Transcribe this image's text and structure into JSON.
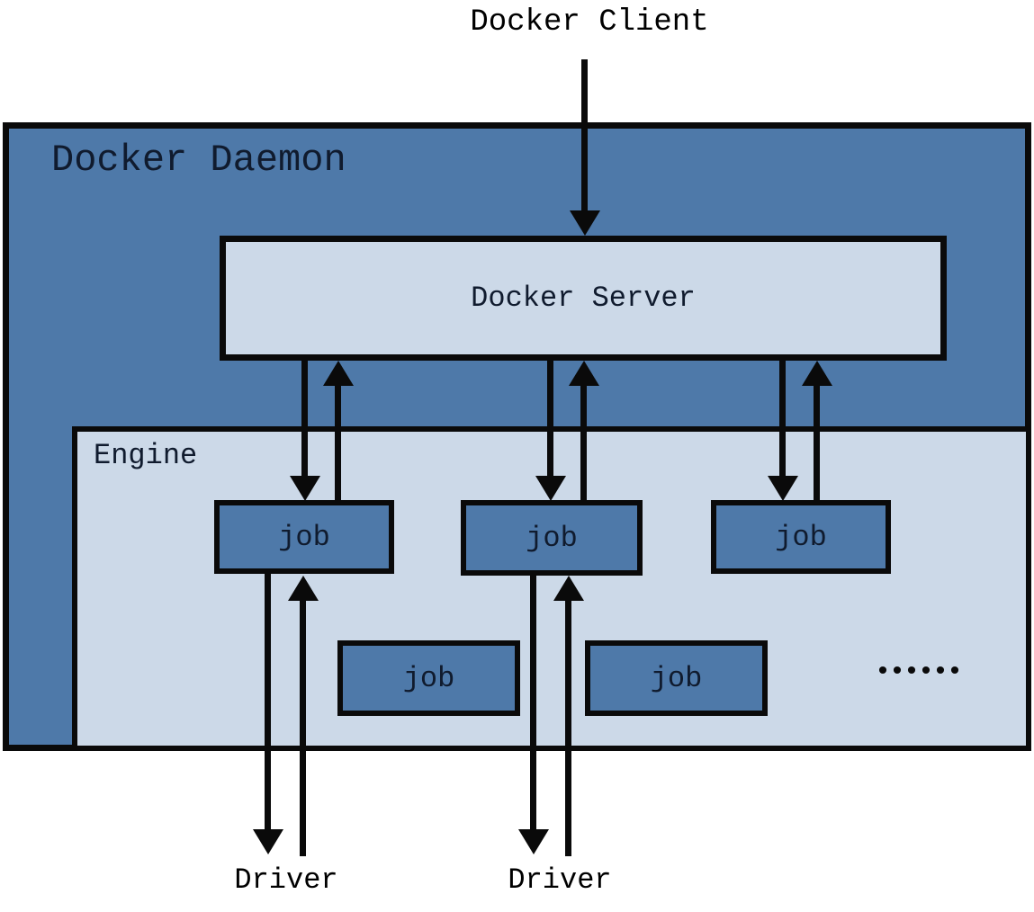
{
  "colors": {
    "daemon_fill": "#4e79a9",
    "panel_fill": "#ccd9e8",
    "line": "#0a0a0a",
    "box_text": "#101b2e",
    "outer_text": "#000000"
  },
  "diagram": {
    "client_label": "Docker Client",
    "daemon_label": "Docker Daemon",
    "server_label": "Docker Server",
    "engine_label": "Engine",
    "top_jobs": [
      "job",
      "job",
      "job"
    ],
    "floating_jobs": [
      "job",
      "job"
    ],
    "ellipsis": "••••••",
    "drivers": [
      "Driver",
      "Driver"
    ]
  }
}
